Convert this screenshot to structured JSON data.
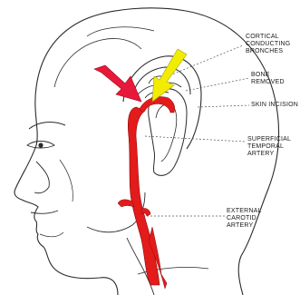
{
  "labels": {
    "cortical": "CORTICAL\nCONDUCTING\nBRONCHES",
    "bone": "BONE\nREMOVED",
    "skin": "SKIN INCISION",
    "superficial_temporal": "SUPERFICIAL\nTEMPORAL\nARTERY",
    "external_carotid": "EXTERNAL\nCAROTID\nARTERY"
  },
  "colors": {
    "line": "#2a2a2a",
    "artery": "#e31b1b",
    "arrow_red": "#e8183a",
    "arrow_yellow": "#f2ec00"
  }
}
